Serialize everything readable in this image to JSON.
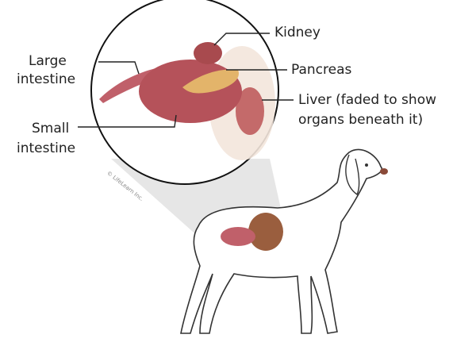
{
  "labels": {
    "kidney": "Kidney",
    "pancreas": "Pancreas",
    "large_intestine_1": "Large",
    "large_intestine_2": "intestine",
    "liver_1": "Liver (faded to show",
    "liver_2": "organs beneath it)",
    "small_intestine_1": "Small",
    "small_intestine_2": "intestine"
  },
  "copyright": "© LifeLearn Inc.",
  "colors": {
    "organ": "#b5525a",
    "liver": "#a86a4a",
    "pancreas": "#e3b46a"
  }
}
